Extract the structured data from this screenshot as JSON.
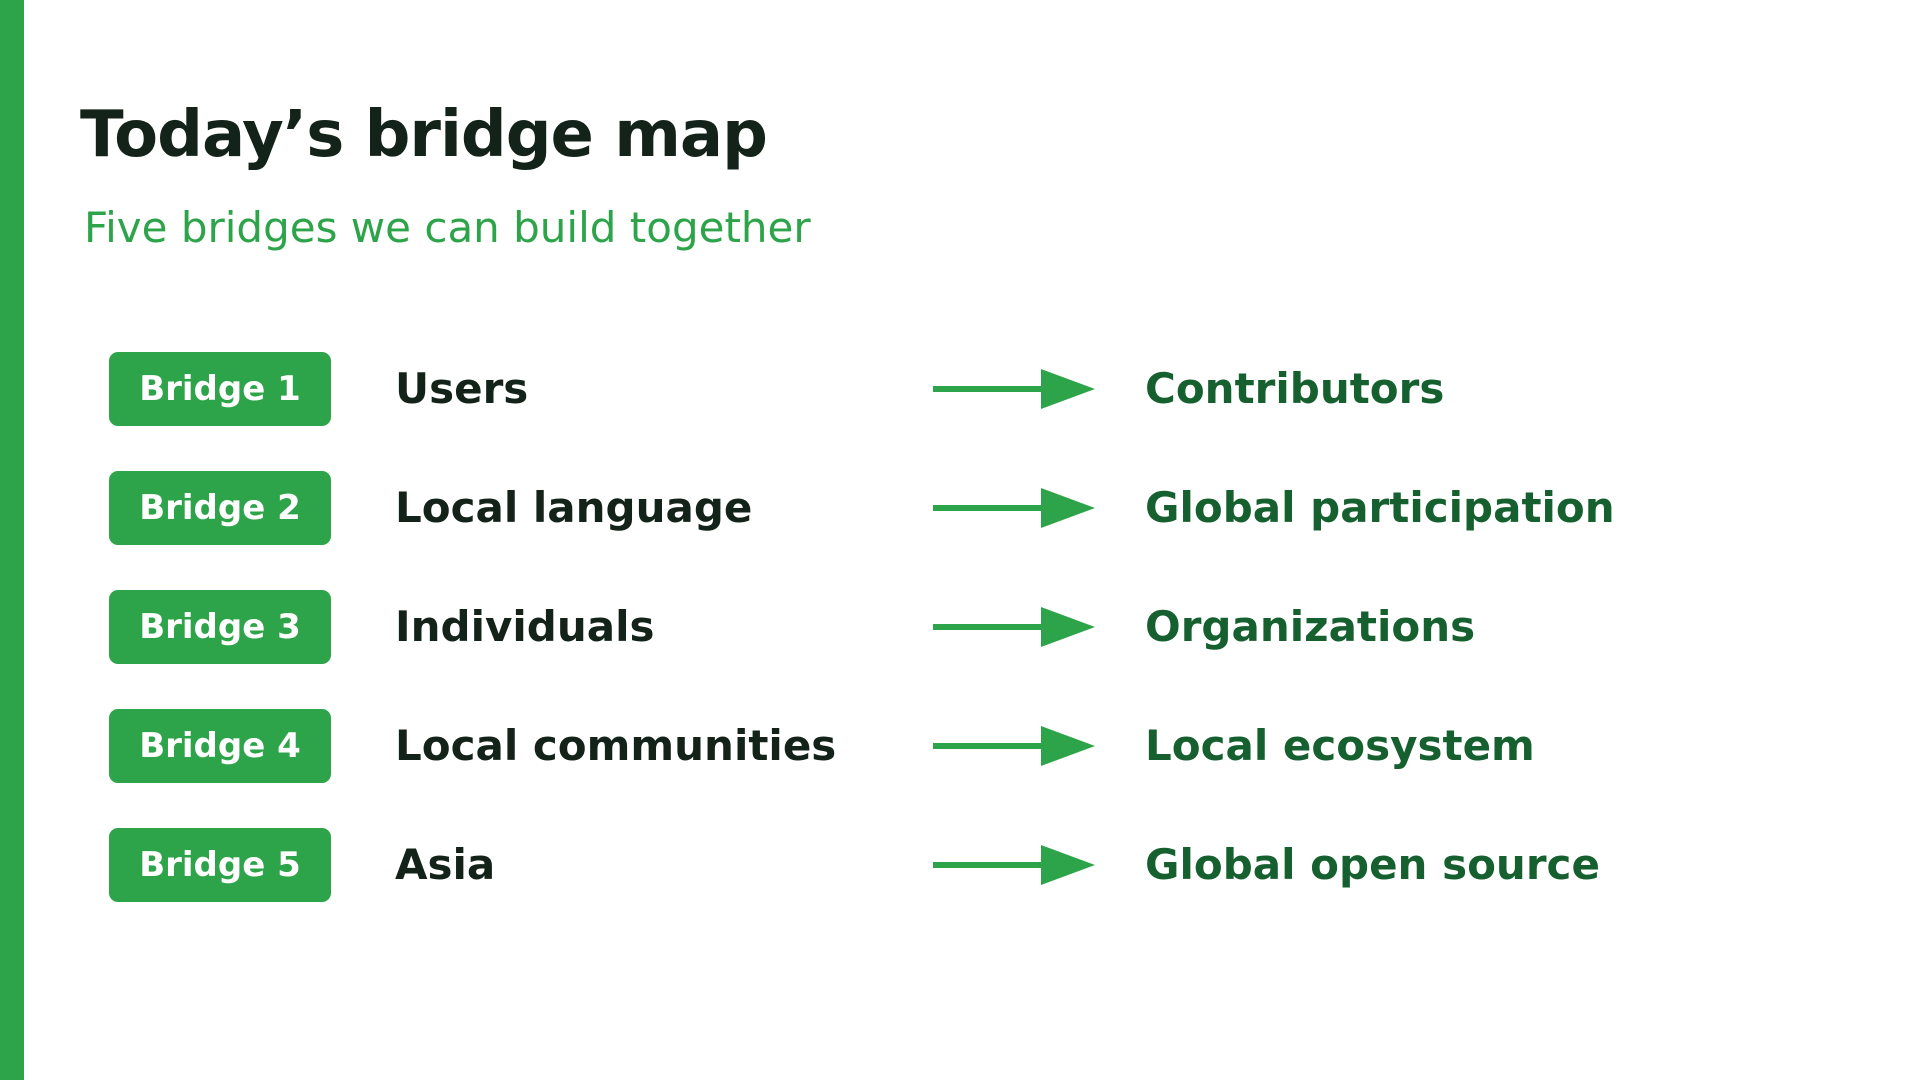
{
  "slide": {
    "title": "Today’s bridge map",
    "subtitle": "Five bridges we can build together",
    "accent_color": "#2ea44a",
    "title_color": "#14231a",
    "target_color": "#16602f"
  },
  "bridges": [
    {
      "badge": "Bridge 1",
      "from": "Users",
      "to": "Contributors",
      "icon": "right-arrow-icon"
    },
    {
      "badge": "Bridge 2",
      "from": "Local language",
      "to": "Global participation",
      "icon": "right-arrow-icon"
    },
    {
      "badge": "Bridge 3",
      "from": "Individuals",
      "to": "Organizations",
      "icon": "right-arrow-icon"
    },
    {
      "badge": "Bridge 4",
      "from": "Local communities",
      "to": "Local ecosystem",
      "icon": "right-arrow-icon"
    },
    {
      "badge": "Bridge 5",
      "from": "Asia",
      "to": "Global open source",
      "icon": "right-arrow-icon"
    }
  ]
}
